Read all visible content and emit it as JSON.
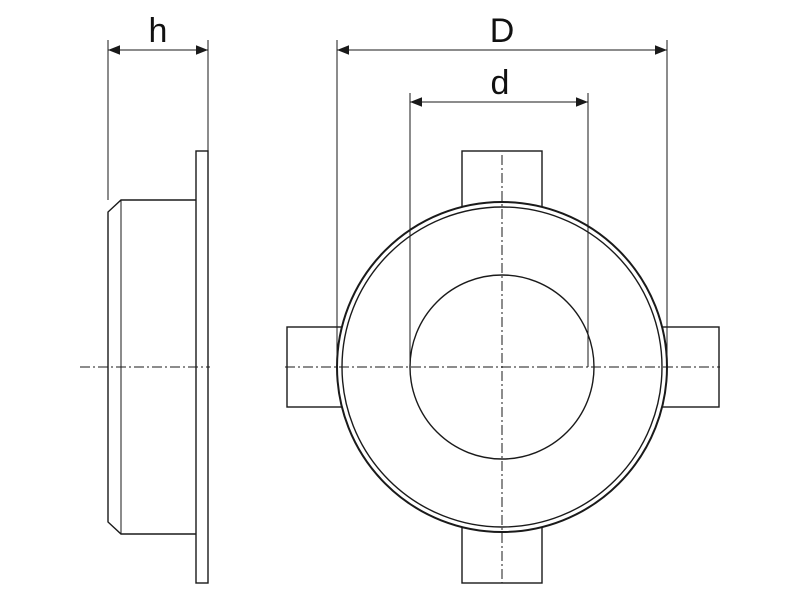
{
  "diagram": {
    "labels": {
      "height": "h",
      "outer_diameter": "D",
      "inner_diameter": "d"
    },
    "line_color": "#1a1a1a",
    "background": "#ffffff"
  }
}
